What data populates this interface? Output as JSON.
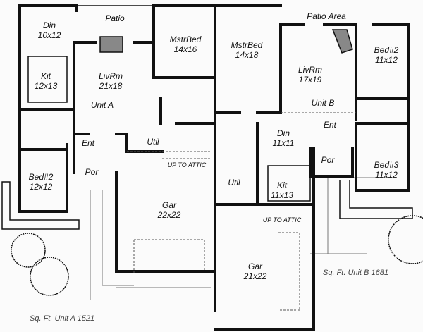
{
  "unit_a": {
    "name": "Unit A",
    "rooms": {
      "din": {
        "name": "Din",
        "size": "10x12"
      },
      "patio": {
        "name": "Patio"
      },
      "mstrbed": {
        "name": "MstrBed",
        "size": "14x16"
      },
      "kit": {
        "name": "Kit",
        "size": "12x13"
      },
      "livrm": {
        "name": "LivRm",
        "size": "21x18"
      },
      "ent": {
        "name": "Ent"
      },
      "util": {
        "name": "Util"
      },
      "bed2": {
        "name": "Bed#2",
        "size": "12x12"
      },
      "por": {
        "name": "Por"
      },
      "gar": {
        "name": "Gar",
        "size": "22x22"
      }
    },
    "attic": "UP TO ATTIC",
    "sqft": "Sq. Ft. Unit A 1521"
  },
  "unit_b": {
    "name": "Unit B",
    "rooms": {
      "mstrbed": {
        "name": "MstrBed",
        "size": "14x18"
      },
      "patio": {
        "name": "Patio Area"
      },
      "livrm": {
        "name": "LivRm",
        "size": "17x19"
      },
      "bed2": {
        "name": "Bed#2",
        "size": "11x12"
      },
      "ent": {
        "name": "Ent"
      },
      "din": {
        "name": "Din",
        "size": "11x11"
      },
      "por": {
        "name": "Por"
      },
      "bed3": {
        "name": "Bed#3",
        "size": "11x12"
      },
      "util": {
        "name": "Util"
      },
      "kit": {
        "name": "Kit",
        "size": "11x13"
      },
      "gar": {
        "name": "Gar",
        "size": "21x22"
      }
    },
    "attic": "UP TO ATTIC",
    "sqft": "Sq. Ft. Unit B 1681"
  }
}
